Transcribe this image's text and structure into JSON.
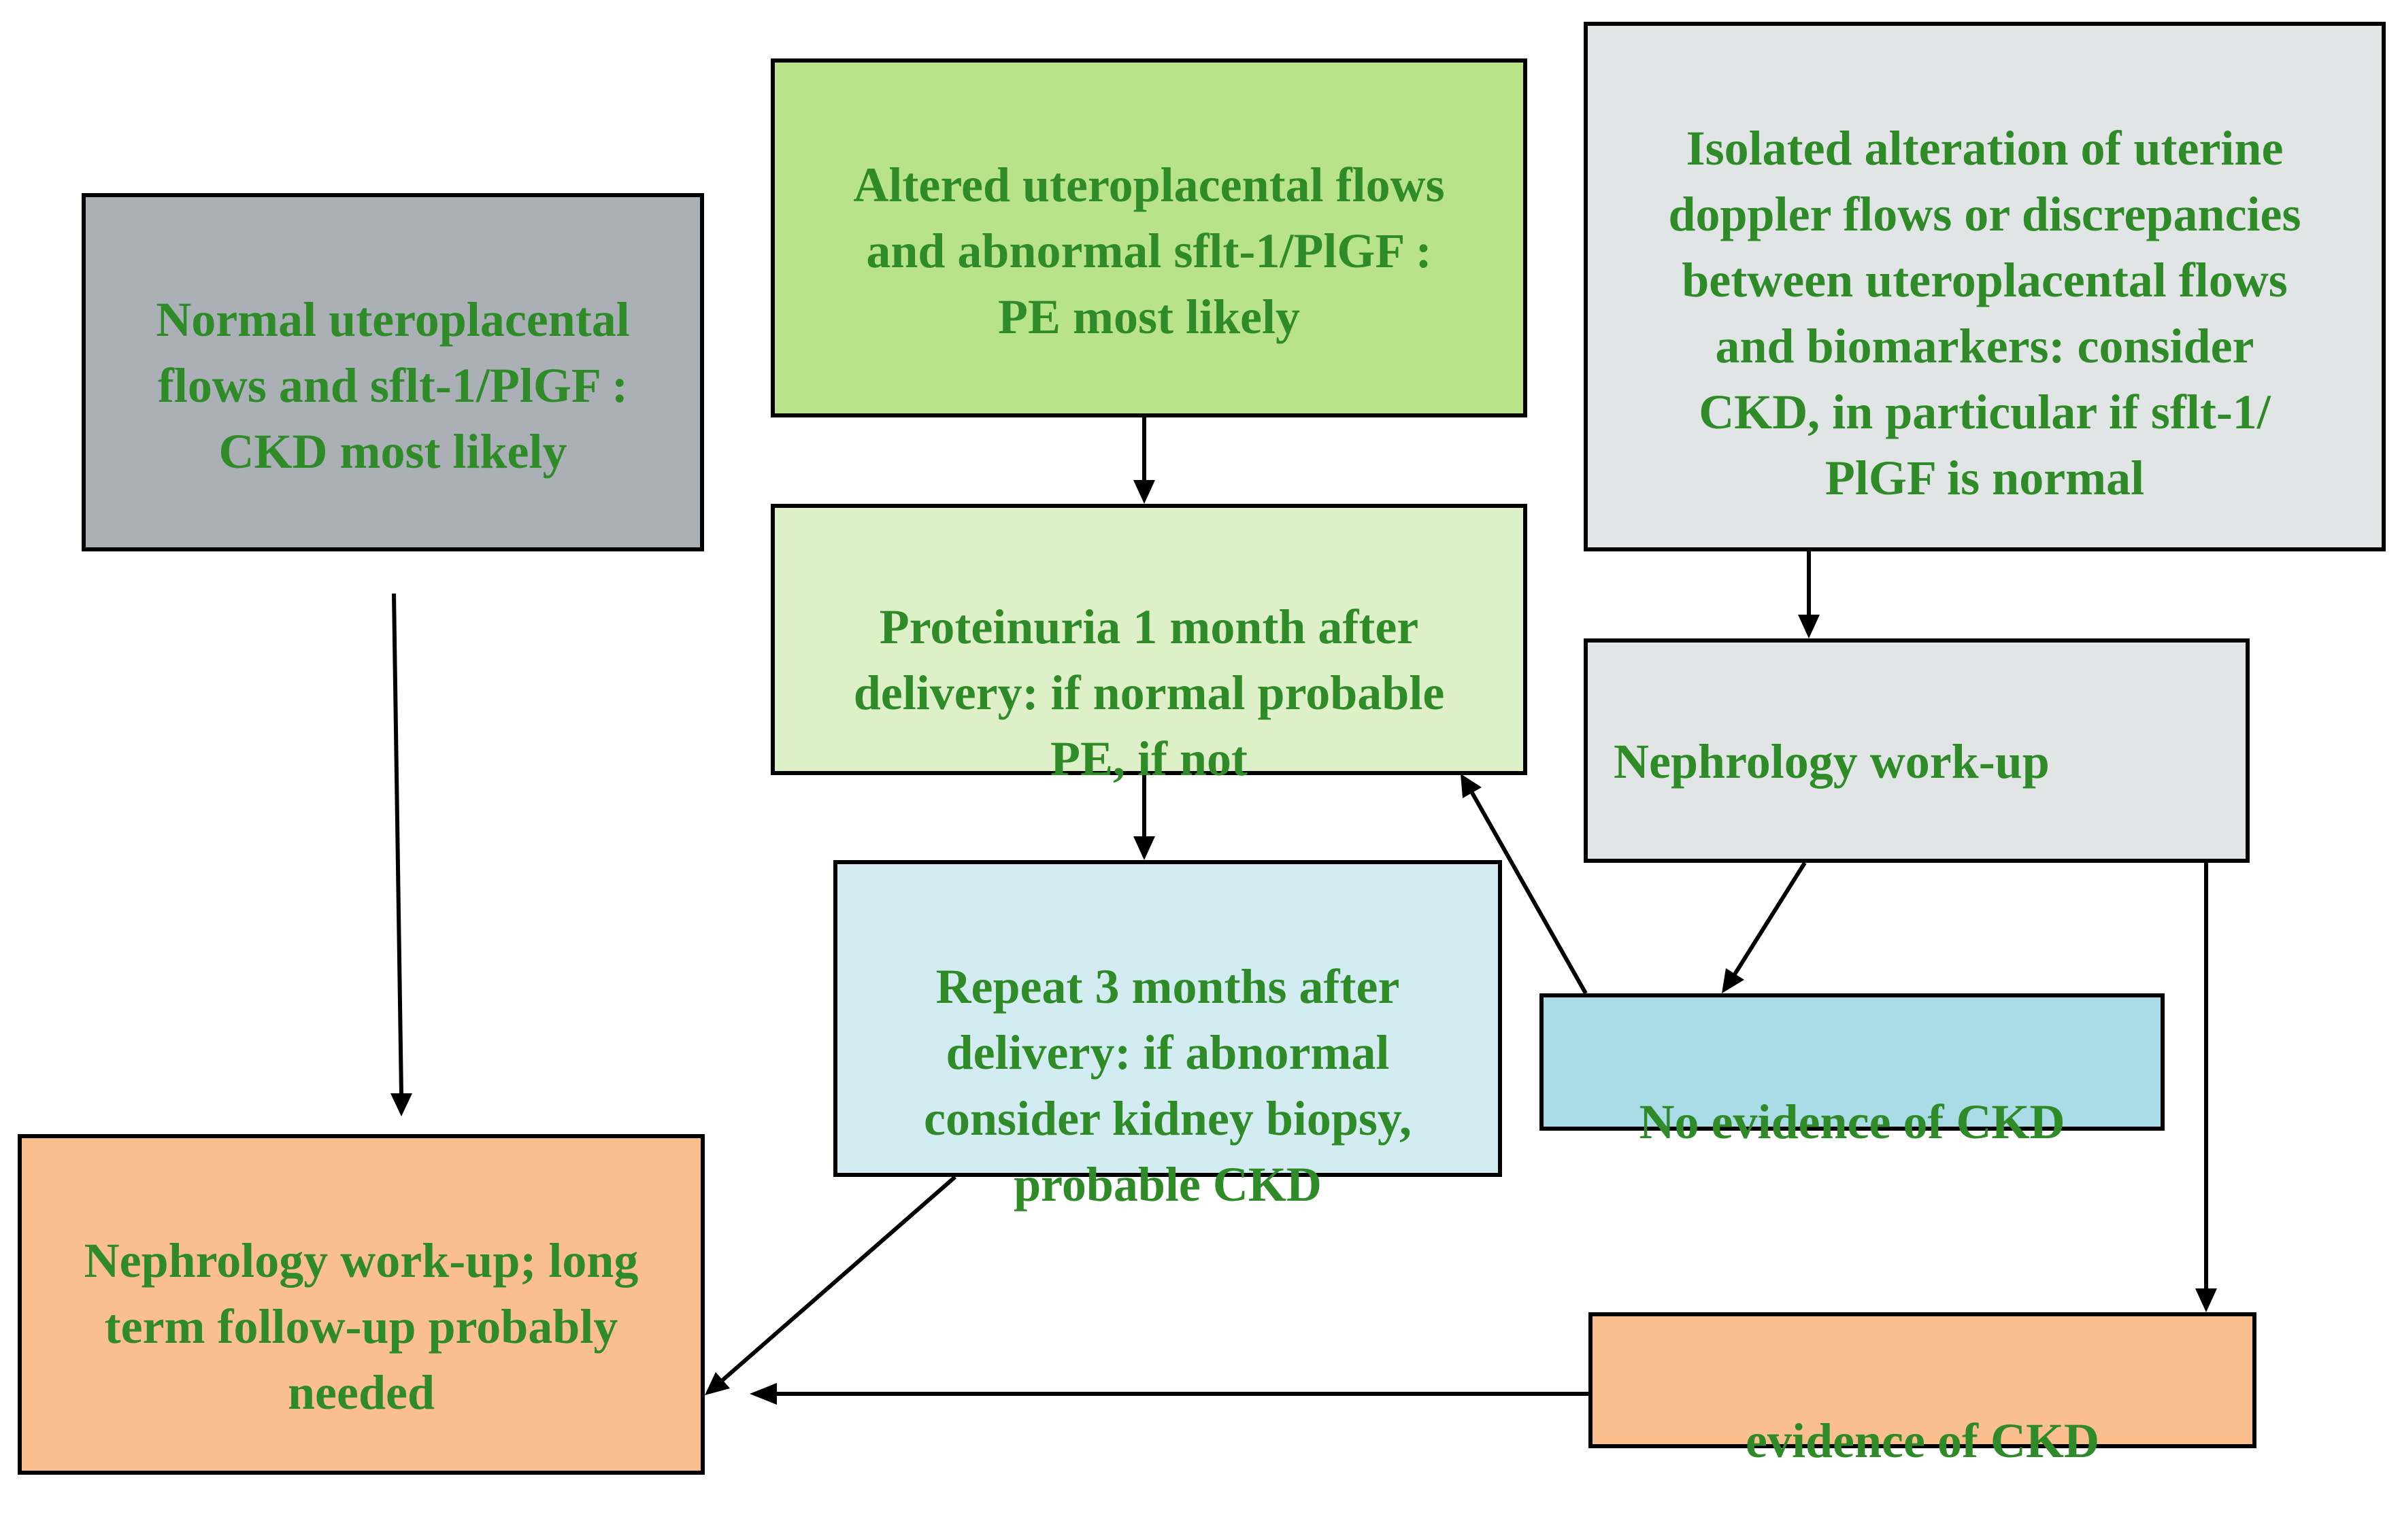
{
  "colors": {
    "text": "#2e8b27",
    "border": "#000000",
    "gray_dark": "#aab0b5",
    "green": "#b8e38b",
    "gray_light": "#e1e5e5",
    "green_light": "#ddf0c8",
    "blue_light": "#d3ecf2",
    "blue": "#a9dce6",
    "orange": "#fbbf8f"
  },
  "boxes": {
    "normal": {
      "text": "Normal uteroplacental\nflows and sflt-1/PlGF :\nCKD most likely",
      "color": "#aab0b5"
    },
    "altered": {
      "text": "Altered uteroplacental flows\nand abnormal  sflt-1/PlGF :\nPE most likely",
      "color": "#b8e38b"
    },
    "isolated": {
      "text": "Isolated alteration of uterine\ndoppler flows or discrepancies\nbetween uteroplacental flows\nand biomarkers: consider\nCKD, in particular if sflt-1/\nPlGF is normal",
      "color": "#e1e5e5"
    },
    "proteinuria": {
      "text": "Proteinuria 1 month after\ndelivery: if normal probable\nPE, if not",
      "color": "#ddf0c8"
    },
    "workup": {
      "text": "Nephrology work-up",
      "color": "#e1e5e5"
    },
    "repeat": {
      "text": "Repeat 3 months after\ndelivery: if abnormal\nconsider kidney biopsy,\nprobable CKD",
      "color": "#d3ecf2"
    },
    "no_evidence": {
      "text": "No evidence of CKD",
      "color": "#a9dce6"
    },
    "longterm": {
      "text": "Nephrology work-up; long\nterm follow-up probably\nneeded",
      "color": "#fbbf8f"
    },
    "evidence": {
      "text": "evidence of CKD",
      "color": "#fbbf8f"
    }
  }
}
